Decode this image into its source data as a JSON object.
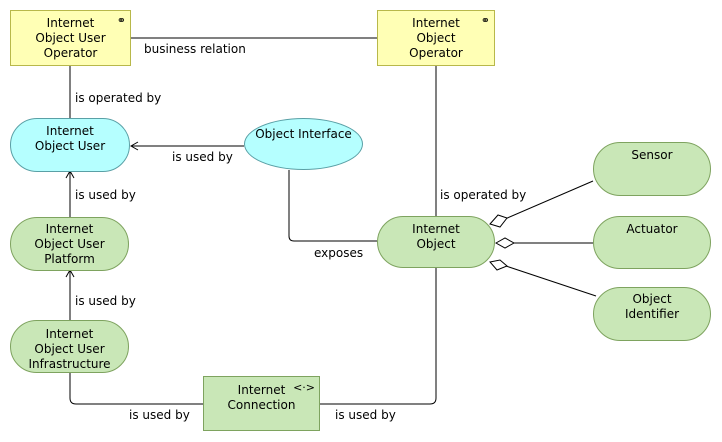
{
  "nodes": {
    "operator_user": [
      "Internet",
      "Object User",
      "Operator"
    ],
    "operator_obj": [
      "Internet",
      "Object",
      "Operator"
    ],
    "object_user": [
      "Internet",
      "Object User"
    ],
    "object_interface": [
      "Object Interface"
    ],
    "user_platform": [
      "Internet",
      "Object User",
      "Platform"
    ],
    "user_infra": [
      "Internet",
      "Object User",
      "Infrastructure"
    ],
    "internet_object": [
      "Internet",
      "Object"
    ],
    "sensor": [
      "Sensor"
    ],
    "actuator": [
      "Actuator"
    ],
    "object_identifier": [
      "Object",
      "Identifier"
    ],
    "connection": [
      "Internet",
      "Connection"
    ]
  },
  "badges": {
    "role": "⚭",
    "connection": "<·>"
  },
  "labels": {
    "business_relation": "business relation",
    "is_operated_by_1": "is operated by",
    "is_used_by_iface": "is used by",
    "is_used_by_platform": "is used by",
    "is_used_by_infra": "is used by",
    "is_operated_by_2": "is operated by",
    "exposes": "exposes",
    "is_used_by_conn_left": "is used by",
    "is_used_by_conn_right": "is used by"
  },
  "colors": {
    "role_fill": "#ffffb5",
    "interface_fill": "#b5ffff",
    "node_fill": "#c9e7b7"
  }
}
